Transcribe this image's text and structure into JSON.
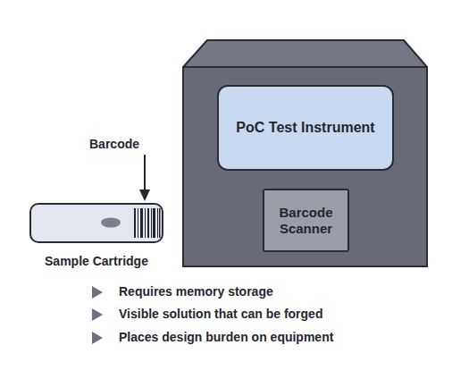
{
  "diagram": {
    "nodes": [
      {
        "text": [
          "PoC Test Instrument"
        ]
      },
      {
        "text": [
          "Barcode Scanner"
        ]
      },
      {
        "text": [
          "Sample Cartridge"
        ]
      }
    ],
    "labels": [
      "Barcode",
      "Requires memory storage",
      "Visible solution that can be forged",
      "Places design burden on equipment"
    ]
  }
}
